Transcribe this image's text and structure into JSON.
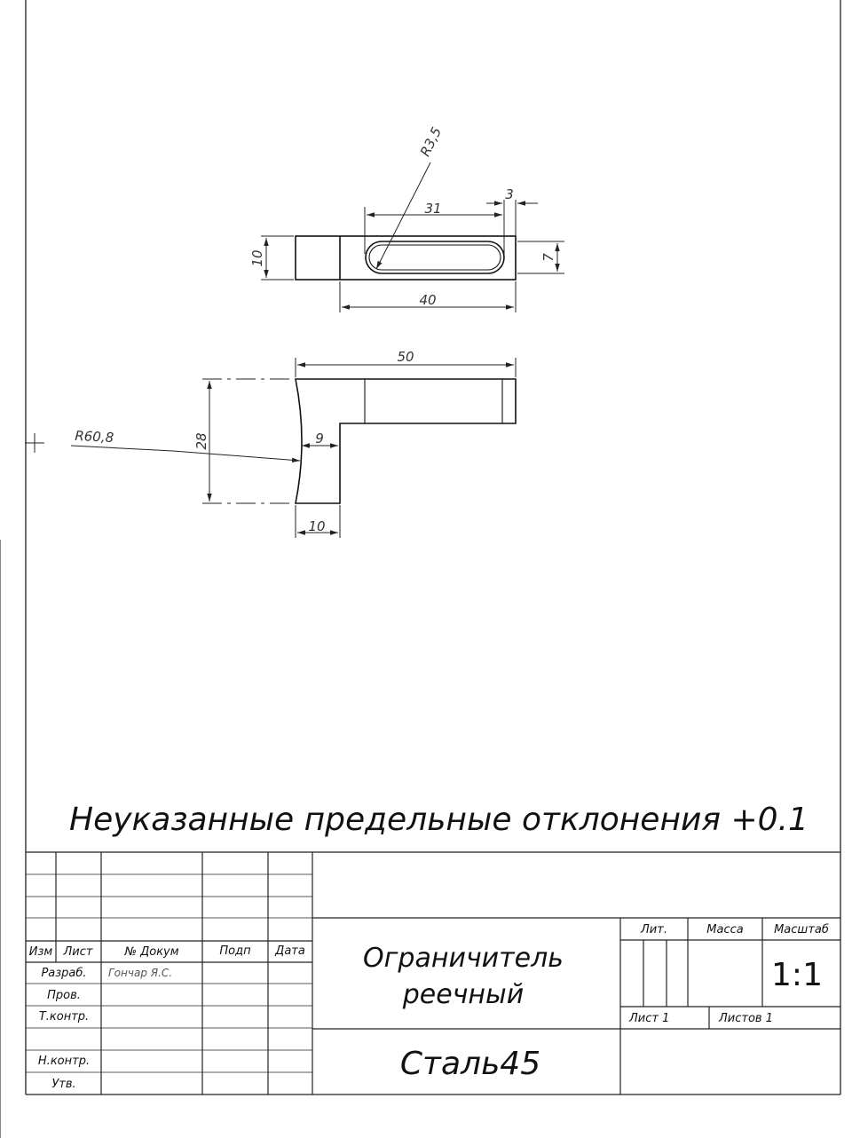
{
  "drawing": {
    "note": "Неуказанные предельные отклонения +0.1",
    "top_view_dims": {
      "radius": "R3,5",
      "slot_length": "31",
      "offset": "3",
      "height": "10",
      "slot_width": "7",
      "length": "40"
    },
    "front_view_dims": {
      "total_length": "50",
      "radius": "R60,8",
      "height": "28",
      "step": "9",
      "foot_width": "10"
    }
  },
  "title_block": {
    "headers": {
      "izm": "Изм",
      "list": "Лист",
      "doc_no": "№ Докум",
      "sign": "Подп",
      "date": "Дата"
    },
    "rows": {
      "developer_label": "Разраб.",
      "developer_name": "Гончар Я.С.",
      "checker_label": "Пров.",
      "tcontrol_label": "Т.контр.",
      "ncontrol_label": "Н.контр.",
      "approved_label": "Утв."
    },
    "part_name_line1": "Ограничитель",
    "part_name_line2": "реечный",
    "material": "Сталь45",
    "lit_label": "Лит.",
    "mass_label": "Масса",
    "scale_label": "Масштаб",
    "scale_value": "1:1",
    "sheet_label": "Лист 1",
    "sheets_label": "Листов 1"
  }
}
